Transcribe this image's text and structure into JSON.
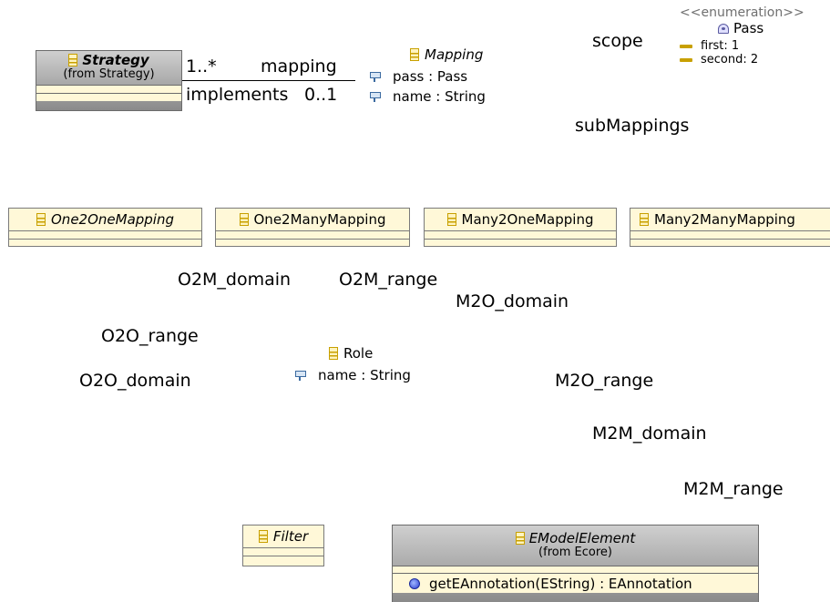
{
  "strategy": {
    "name": "Strategy",
    "origin": "(from Strategy)"
  },
  "association": {
    "top_multiplicity": "1..*",
    "top_role": "mapping",
    "bottom_role": "implements",
    "bottom_multiplicity": "0..1"
  },
  "mapping": {
    "name": "Mapping",
    "attributes": [
      "pass : Pass",
      "name : String"
    ]
  },
  "scope_label": "scope",
  "submappings_label": "subMappings",
  "pass_enum": {
    "stereotype": "<<enumeration>>",
    "name": "Pass",
    "literals": [
      "first: 1",
      "second: 2"
    ]
  },
  "subclasses": [
    "One2OneMapping",
    "One2ManyMapping",
    "Many2OneMapping",
    "Many2ManyMapping"
  ],
  "role_labels": {
    "o2m_domain": "O2M_domain",
    "o2m_range": "O2M_range",
    "m2o_domain": "M2O_domain",
    "o2o_range": "O2O_range",
    "o2o_domain": "O2O_domain",
    "m2o_range": "M2O_range",
    "m2m_domain": "M2M_domain",
    "m2m_range": "M2M_range"
  },
  "role": {
    "name": "Role",
    "attributes": [
      "name : String"
    ]
  },
  "filter": {
    "name": "Filter"
  },
  "emodelelement": {
    "name": "EModelElement",
    "origin": "(from Ecore)",
    "operation": "getEAnnotation(EString) : EAnnotation"
  }
}
